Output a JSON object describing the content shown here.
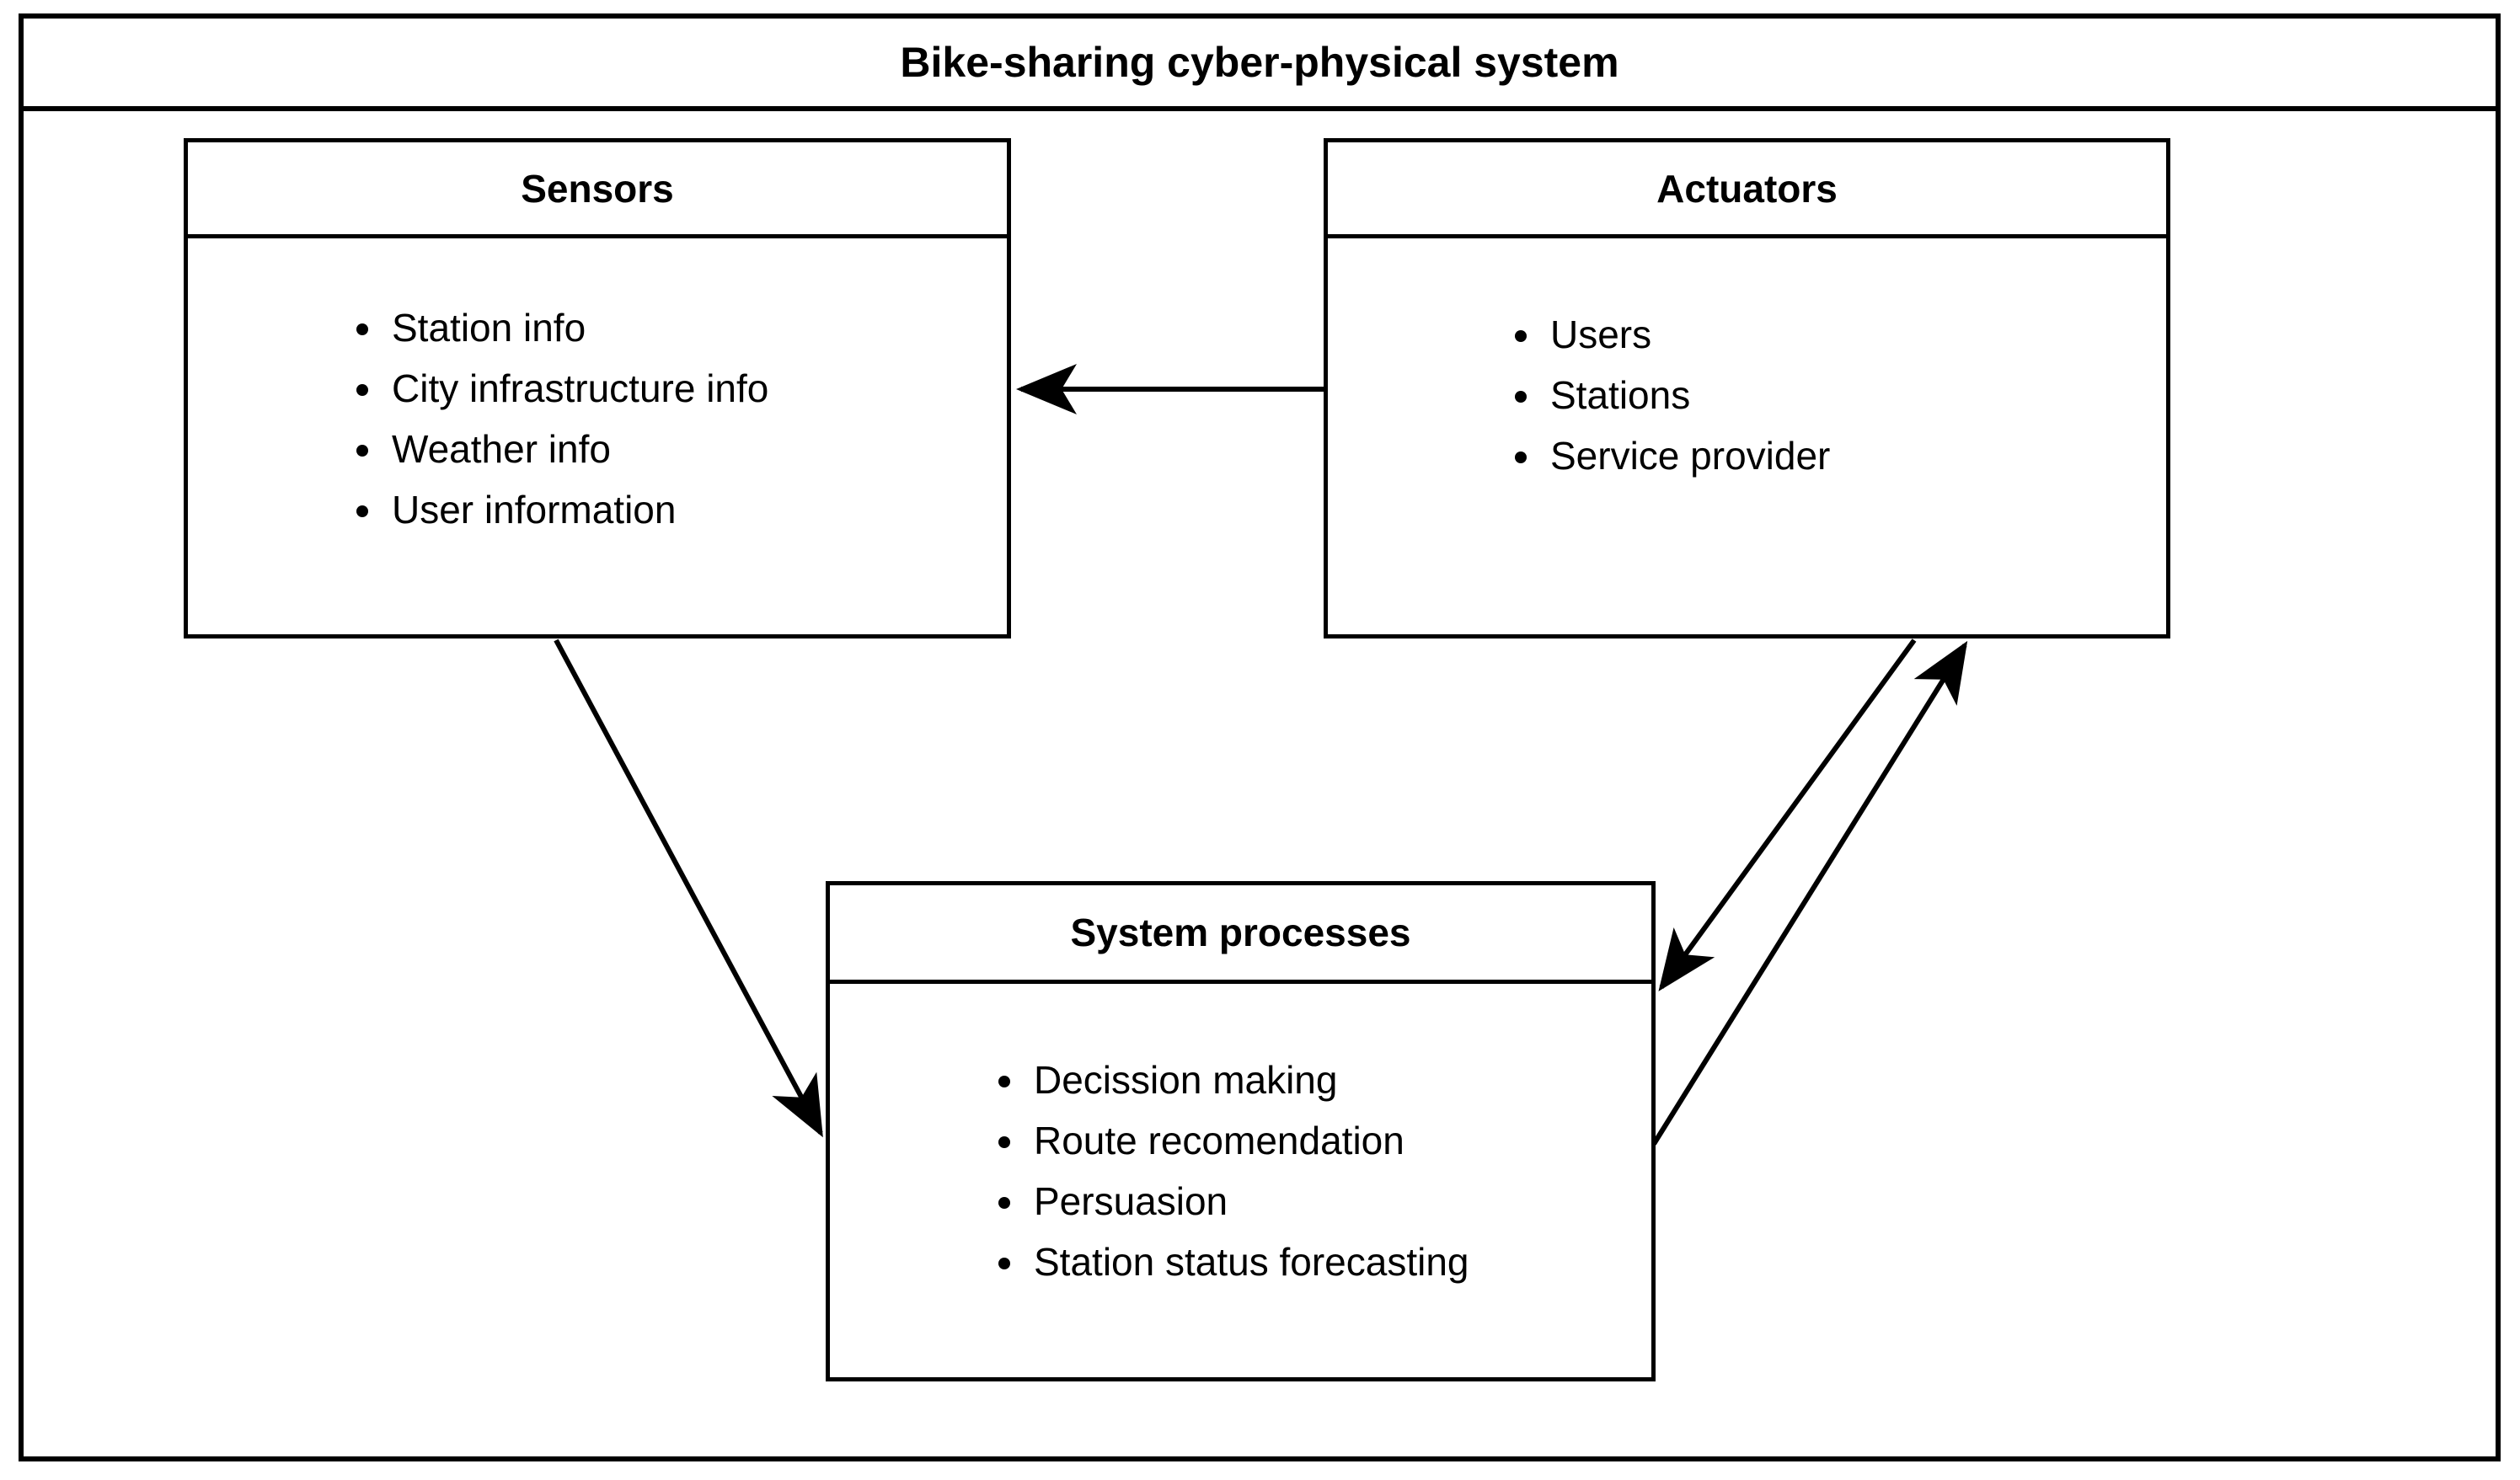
{
  "diagram": {
    "title": "Bike-sharing cyber-physical system",
    "type": "block-diagram",
    "colors": {
      "background": "#ffffff",
      "stroke": "#000000",
      "text": "#000000"
    },
    "nodes": [
      {
        "id": "sensors",
        "title": "Sensors",
        "items": [
          "Station info",
          "City infrastructure info",
          "Weather info",
          "User information"
        ]
      },
      {
        "id": "actuators",
        "title": "Actuators",
        "items": [
          "Users",
          "Stations",
          "Service provider"
        ]
      },
      {
        "id": "processes",
        "title": "System processes",
        "items": [
          "Decission making",
          "Route recomendation",
          "Persuasion",
          "Station status forecasting"
        ]
      }
    ],
    "edges": [
      {
        "id": "actuators-to-sensors",
        "from": "actuators",
        "to": "sensors",
        "style": "straight",
        "arrowhead": "filled"
      },
      {
        "id": "sensors-to-processes",
        "from": "sensors",
        "to": "processes",
        "style": "straight",
        "arrowhead": "filled"
      },
      {
        "id": "actuators-to-processes",
        "from": "actuators",
        "to": "processes",
        "style": "straight",
        "arrowhead": "filled"
      },
      {
        "id": "processes-to-actuators",
        "from": "processes",
        "to": "actuators",
        "style": "straight",
        "arrowhead": "filled"
      }
    ]
  }
}
